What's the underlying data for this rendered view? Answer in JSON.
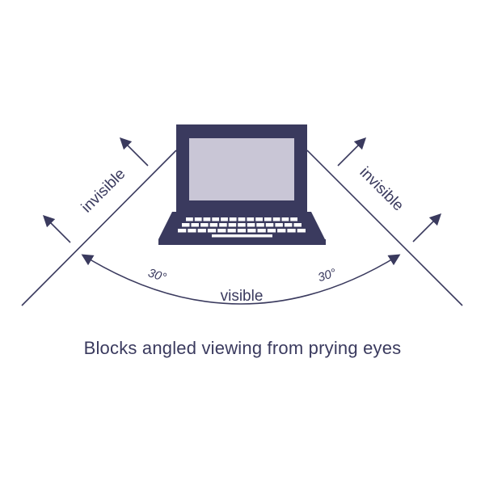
{
  "colors": {
    "ink": "#3a3a5e",
    "screen": "#c9c6d6",
    "background": "#ffffff"
  },
  "labels": {
    "left_side": "invisible",
    "right_side": "invisible",
    "left_angle": "30°",
    "right_angle": "30°",
    "center": "visible"
  },
  "caption": "Blocks angled viewing from prying eyes",
  "icons": {
    "device": "laptop-icon",
    "direction": "arrow-icon"
  }
}
